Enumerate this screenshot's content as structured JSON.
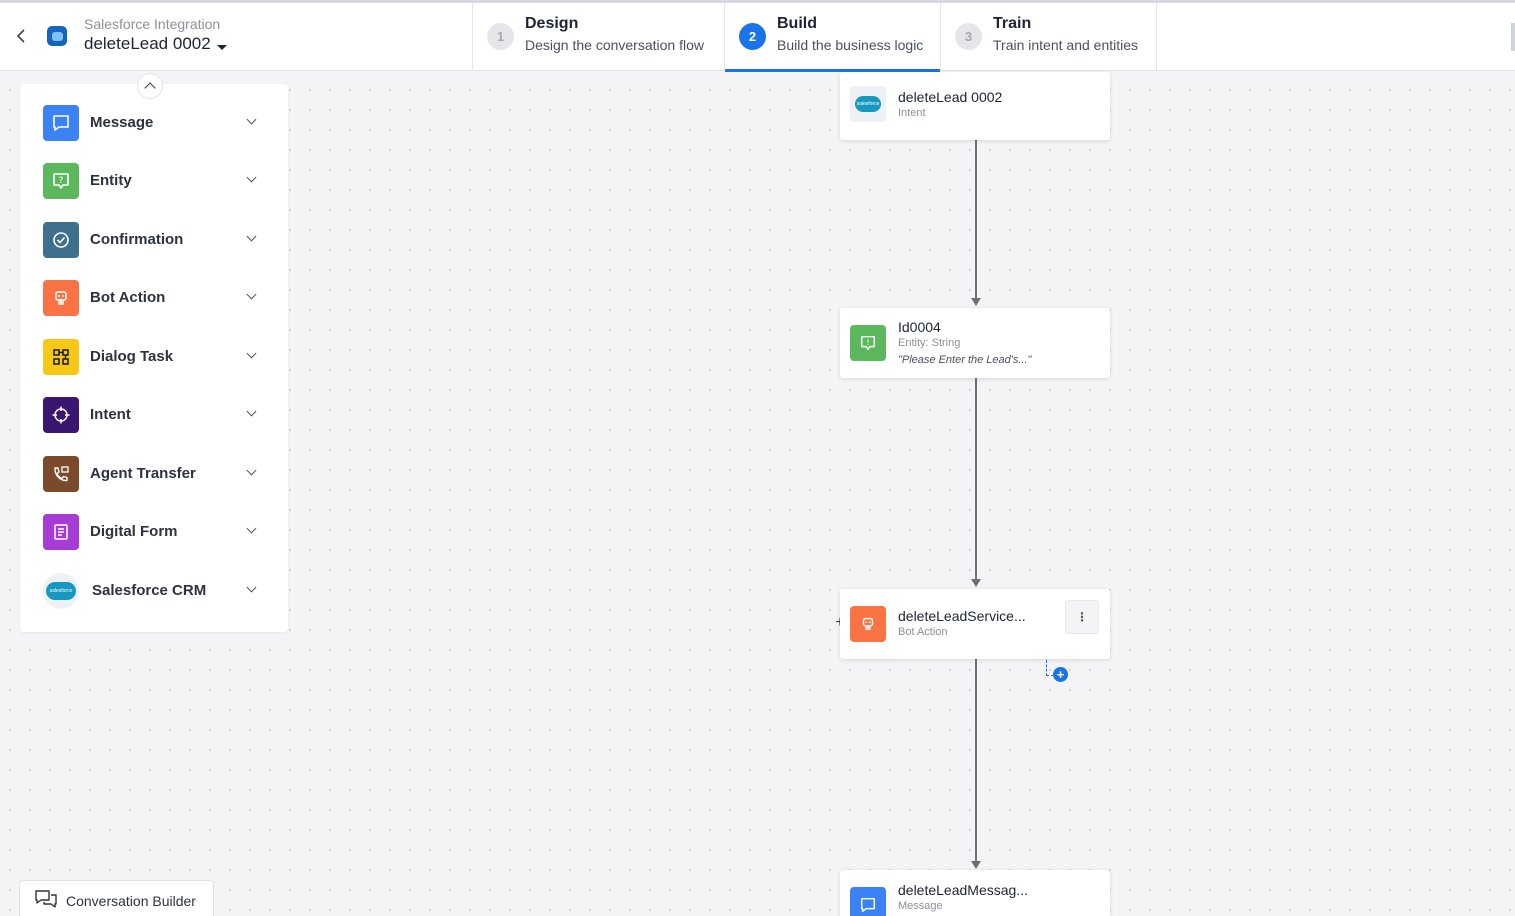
{
  "header": {
    "project_name": "Salesforce Integration",
    "task_name": "deleteLead 0002",
    "steps": [
      {
        "number": "1",
        "title": "Design",
        "subtitle": "Design the conversation flow"
      },
      {
        "number": "2",
        "title": "Build",
        "subtitle": "Build the business logic"
      },
      {
        "number": "3",
        "title": "Train",
        "subtitle": "Train intent and entities"
      }
    ],
    "active_step": "Build"
  },
  "palette": {
    "items": [
      {
        "label": "Message",
        "icon": "message-icon",
        "color": "#3b82f6"
      },
      {
        "label": "Entity",
        "icon": "entity-icon",
        "color": "#5cb85c"
      },
      {
        "label": "Confirmation",
        "icon": "confirmation-icon",
        "color": "#3e6f8c"
      },
      {
        "label": "Bot Action",
        "icon": "bot-action-icon",
        "color": "#f97345"
      },
      {
        "label": "Dialog Task",
        "icon": "dialog-task-icon",
        "color": "#f7c815"
      },
      {
        "label": "Intent",
        "icon": "intent-icon",
        "color": "#3b1670"
      },
      {
        "label": "Agent Transfer",
        "icon": "agent-transfer-icon",
        "color": "#7b4a2a"
      },
      {
        "label": "Digital Form",
        "icon": "digital-form-icon",
        "color": "#a63bd6"
      },
      {
        "label": "Salesforce CRM",
        "icon": "salesforce-icon",
        "color": "#1798c1"
      }
    ]
  },
  "canvas": {
    "nodes": [
      {
        "title": "deleteLead 0002",
        "subtitle": "Intent",
        "icon": "salesforce-icon"
      },
      {
        "title": "Id0004",
        "subtitle": "Entity: String",
        "prompt": "\"Please Enter the Lead's...\"",
        "icon": "entity-icon"
      },
      {
        "title": "deleteLeadService...",
        "subtitle": "Bot Action",
        "icon": "bot-action-icon"
      },
      {
        "title": "deleteLeadMessag...",
        "subtitle": "Message",
        "icon": "message-icon"
      }
    ]
  },
  "footer": {
    "conversation_builder_label": "Conversation Builder"
  },
  "colors": {
    "accent": "#1a73e8",
    "canvas_bg": "#f4f4f6"
  }
}
